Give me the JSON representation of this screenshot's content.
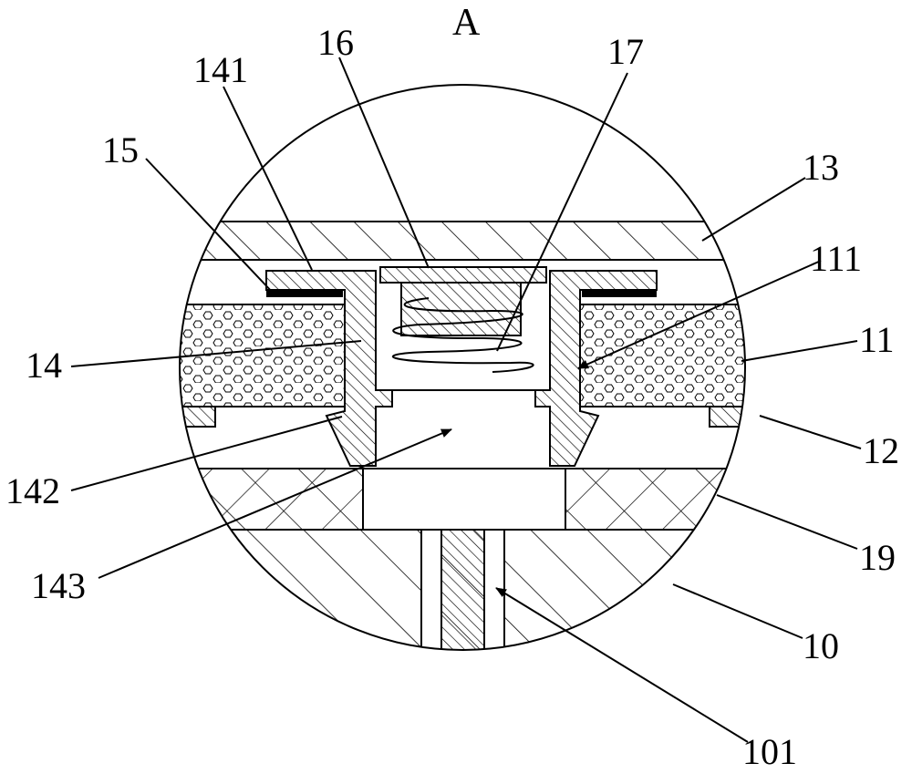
{
  "figure": {
    "title": "A",
    "labels": {
      "l141": "141",
      "l16": "16",
      "l17": "17",
      "l15": "15",
      "l13": "13",
      "l111": "111",
      "l11": "11",
      "l14": "14",
      "l12": "12",
      "l142": "142",
      "l19": "19",
      "l143": "143",
      "l10": "10",
      "l101": "101"
    }
  }
}
